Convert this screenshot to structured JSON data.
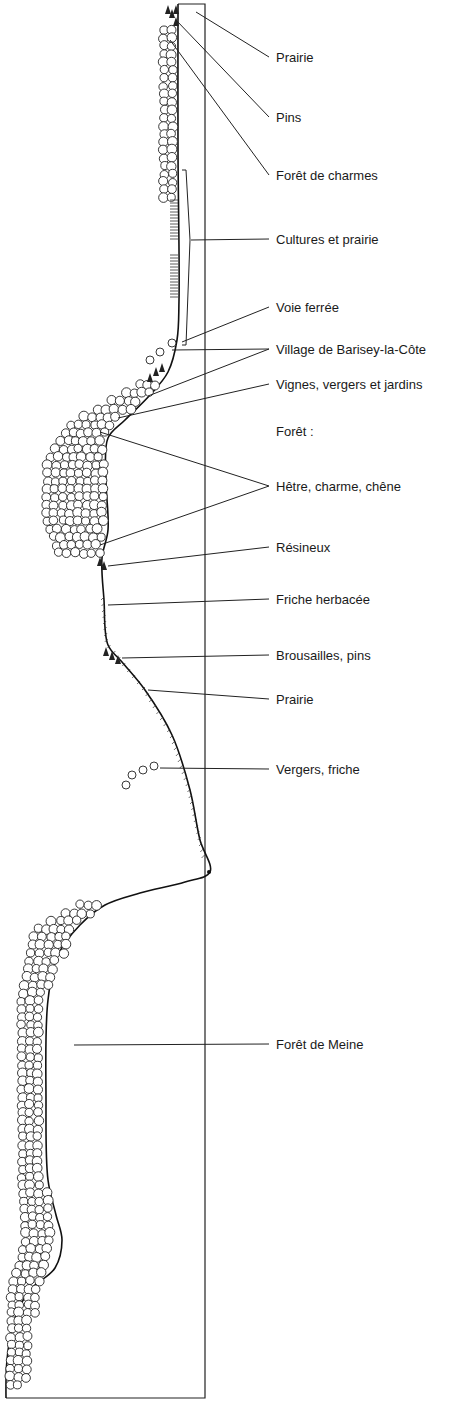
{
  "diagram": {
    "labels": [
      "Prairie",
      "Pins",
      "Forêt de charmes",
      "Cultures et prairie",
      "Voie ferrée",
      "Village de Barisey-la-Côte",
      "Vignes, vergers et jardins",
      "Forêt :",
      "Hêtre, charme, chêne",
      "Résineux",
      "Friche herbacée",
      "Brousailles, pins",
      "Prairie",
      "Vergers, friche",
      "Forêt de Meine"
    ]
  }
}
